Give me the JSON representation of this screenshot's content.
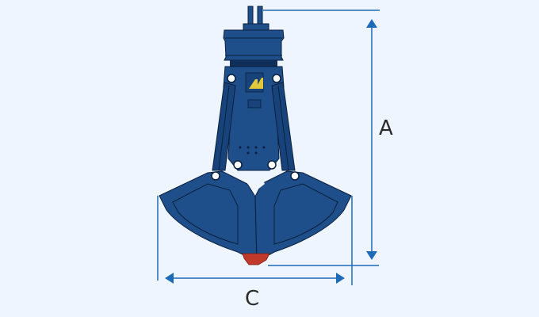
{
  "diagram": {
    "subject": "clamshell-grab-bucket",
    "logo_text": "A",
    "dimensions": {
      "height_label": "A",
      "width_label": "C"
    },
    "colors": {
      "background": "#eef5fe",
      "body": "#1f4f8a",
      "body_dark": "#0f2e59",
      "outline": "#0a1f3d",
      "dimension_line": "#1e6bb8",
      "logo": "#e1c93a",
      "teeth": "#c0392b",
      "text": "#2a2a2a"
    }
  }
}
